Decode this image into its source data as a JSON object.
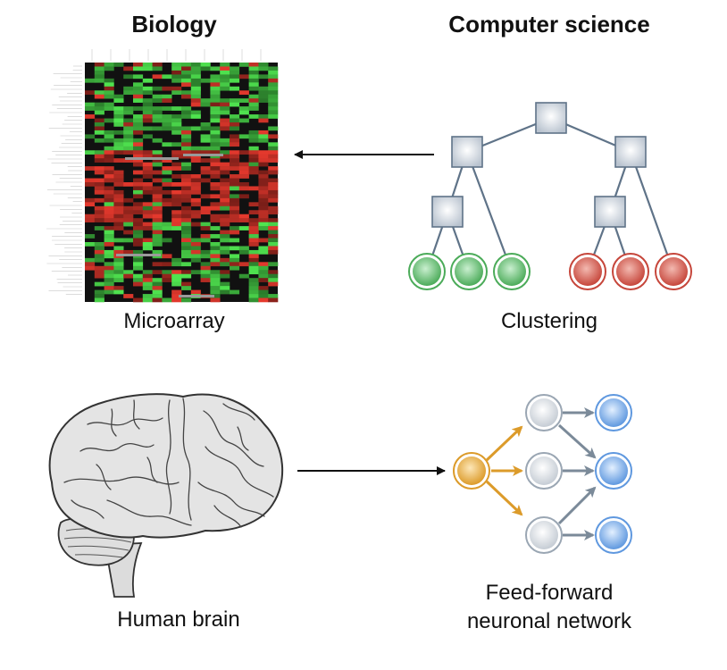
{
  "headings": {
    "biology": "Biology",
    "computer_science": "Computer science"
  },
  "captions": {
    "microarray": "Microarray",
    "clustering": "Clustering",
    "brain": "Human brain",
    "network_line1": "Feed-forward",
    "network_line2": "neuronal network"
  },
  "colors": {
    "green_node": "#5dba6a",
    "red_node": "#d4564a",
    "orange_input": "#e0a030",
    "blue_output": "#6fa6e6",
    "gray_node": "#d7dce2",
    "edge": "#5f7388"
  },
  "icons": {
    "brain": "brain-illustration",
    "microarray": "heatmap-illustration"
  }
}
